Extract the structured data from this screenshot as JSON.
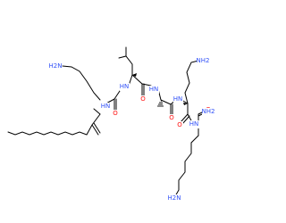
{
  "molecule": {
    "colors": {
      "bond": "#000000",
      "nitrogen": "#3050f8",
      "oxygen": "#ff0d0d"
    },
    "labels": {
      "amine_lys1": "H2N",
      "amide_n_1": "HN",
      "carbonyl_o_1": "O",
      "amide_n_2": "HN",
      "carbonyl_o_2": "O",
      "amide_n_3": "HN",
      "carbonyl_o_3": "O",
      "amide_n_4": "HN",
      "amine_lys2": "NH2",
      "carbonyl_o_4": "O",
      "amide_n_5": "HN",
      "carbonyl_o_5": "O",
      "terminal_amide_n": "NH2",
      "amine_lys3": "H2N"
    }
  }
}
